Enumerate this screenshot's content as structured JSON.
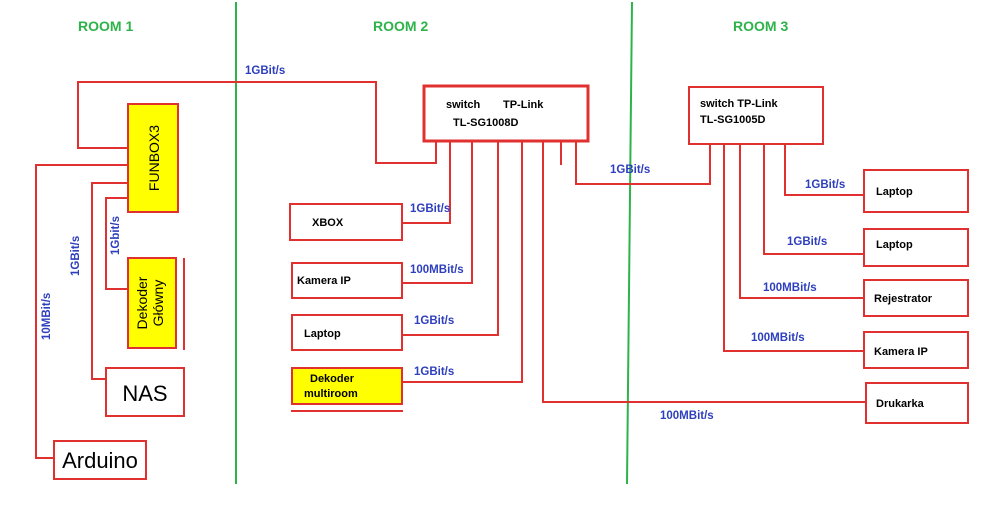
{
  "rooms": [
    "ROOM 1",
    "ROOM 2",
    "ROOM 3"
  ],
  "devices": {
    "funbox": "FUNBOX3",
    "dekoder_glowny": [
      "Dekoder",
      "Główny"
    ],
    "nas": "NAS",
    "arduino": "Arduino",
    "switch1": [
      "switch",
      "TP-Link",
      "TL-SG1008D"
    ],
    "xbox": "XBOX",
    "kamera_ip_r2": "Kamera IP",
    "laptop_r2": "Laptop",
    "dekoder_multiroom": [
      "Dekoder",
      "multiroom"
    ],
    "switch2": [
      "switch TP-Link",
      "TL-SG1005D"
    ],
    "laptop_r3_a": "Laptop",
    "laptop_r3_b": "Laptop",
    "rejestrator": "Rejestrator",
    "kamera_ip_r3": "Kamera IP",
    "drukarka": "Drukarka"
  },
  "links": {
    "funbox_switch1": "1GBit/s",
    "funbox_nas": "1GBit/s",
    "funbox_dekoder": "1Gbit/s",
    "funbox_arduino": "10MBit/s",
    "switch1_xbox": "1GBit/s",
    "switch1_kamera": "100MBit/s",
    "switch1_laptop": "1GBit/s",
    "switch1_dekoder": "1GBit/s",
    "switch1_switch2": "1GBit/s",
    "switch1_drukarka": "100MBit/s",
    "switch2_laptop_a": "1GBit/s",
    "switch2_laptop_b": "1GBit/s",
    "switch2_rejestrator": "100MBit/s",
    "switch2_kamera": "100MBit/s"
  }
}
